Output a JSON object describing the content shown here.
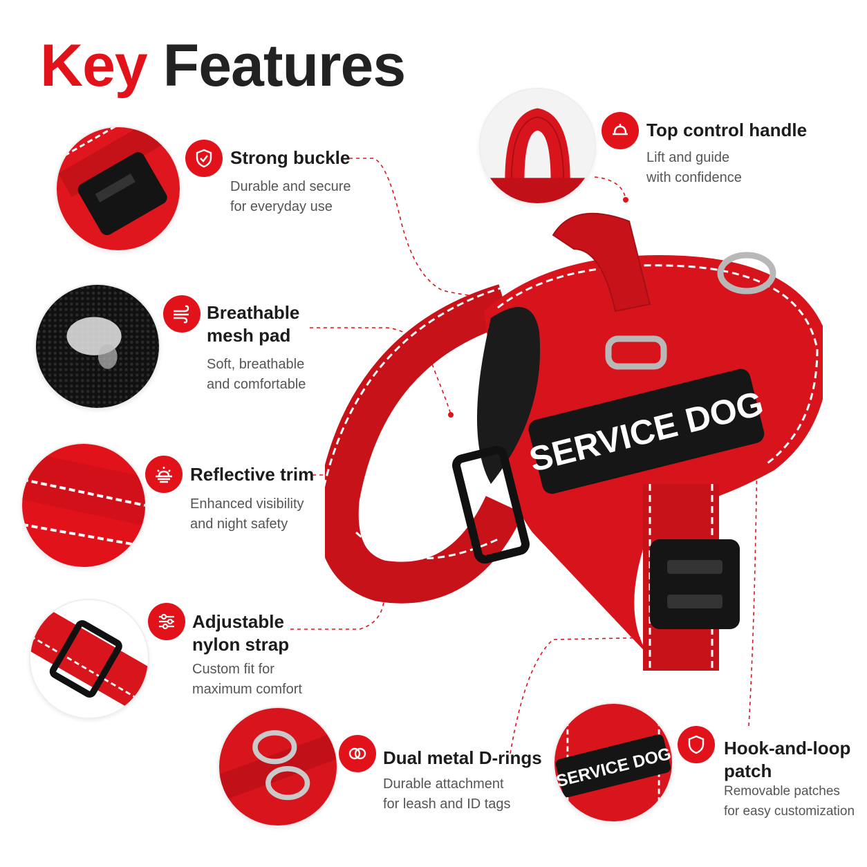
{
  "title": {
    "word1": "Key",
    "word2": "Features"
  },
  "colors": {
    "accent": "#e2121b",
    "dark": "#1c1c1c",
    "body": "#555555"
  },
  "features": {
    "buckle": {
      "icon": "shield-icon",
      "title": "Strong buckle",
      "desc": [
        "Durable and secure",
        "for everyday use"
      ]
    },
    "mesh": {
      "icon": "wind-icon",
      "title": [
        "Breathable",
        "mesh pad"
      ],
      "desc": [
        "Soft, breathable",
        "and comfortable"
      ]
    },
    "reflective": {
      "icon": "sunrise-icon",
      "title": "Reflective trim",
      "desc": [
        "Enhanced visibility",
        "and night safety"
      ]
    },
    "strap": {
      "icon": "sliders-icon",
      "title": [
        "Adjustable",
        "nylon strap"
      ],
      "desc": [
        "Custom fit for",
        "maximum comfort"
      ]
    },
    "drings": {
      "icon": "rings-icon",
      "title": "Dual metal D-rings",
      "desc": [
        "Durable attachment",
        "for leash and ID tags"
      ]
    },
    "handle": {
      "icon": "handle-icon",
      "title": "Top control handle",
      "desc": [
        "Lift and guide",
        "with confidence"
      ]
    },
    "patch": {
      "icon": "shield-badge-icon",
      "title": [
        "Hook-and-loop",
        "patch"
      ],
      "desc": [
        "Removable patches",
        "for easy customization"
      ]
    }
  },
  "harness_patch_text": "SERVICE DOG"
}
